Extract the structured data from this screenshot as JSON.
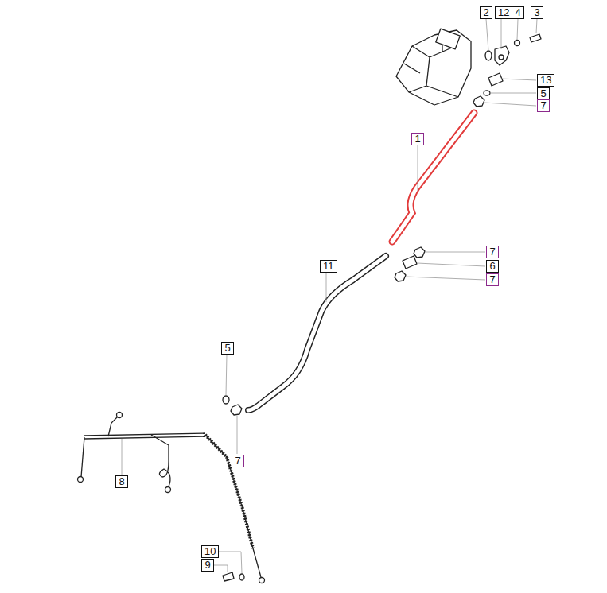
{
  "diagram": {
    "labels": [
      "2",
      "12",
      "4",
      "3",
      "13",
      "5",
      "7",
      "1",
      "7",
      "6",
      "7",
      "11",
      "5",
      "7",
      "8",
      "10",
      "9"
    ]
  }
}
